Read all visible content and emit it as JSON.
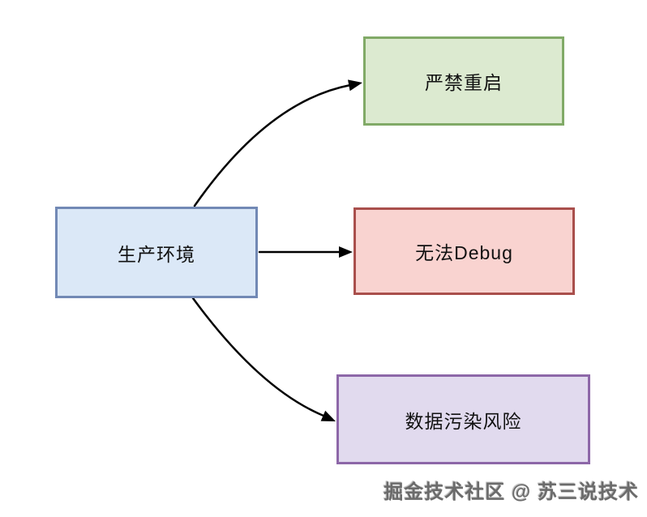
{
  "canvas": {
    "background": "#ffffff",
    "arrow_color": "#000000"
  },
  "diagram": {
    "nodes": [
      {
        "id": "production-env",
        "label": "生产环境",
        "fill": "#dbe8f7",
        "border": "#7289b5"
      },
      {
        "id": "no-restart",
        "label": "严禁重启",
        "fill": "#dcead0",
        "border": "#81aa67"
      },
      {
        "id": "no-debug",
        "label": "无法Debug",
        "fill": "#f9d3d0",
        "border": "#a94f4c"
      },
      {
        "id": "data-pollution-risk",
        "label": "数据污染风险",
        "fill": "#e1daee",
        "border": "#8d67a8"
      }
    ],
    "edges": [
      {
        "from": "生产环境",
        "to": "严禁重启"
      },
      {
        "from": "生产环境",
        "to": "无法Debug"
      },
      {
        "from": "生产环境",
        "to": "数据污染风险"
      }
    ]
  },
  "watermark": {
    "text": "掘金技术社区 @ 苏三说技术"
  }
}
